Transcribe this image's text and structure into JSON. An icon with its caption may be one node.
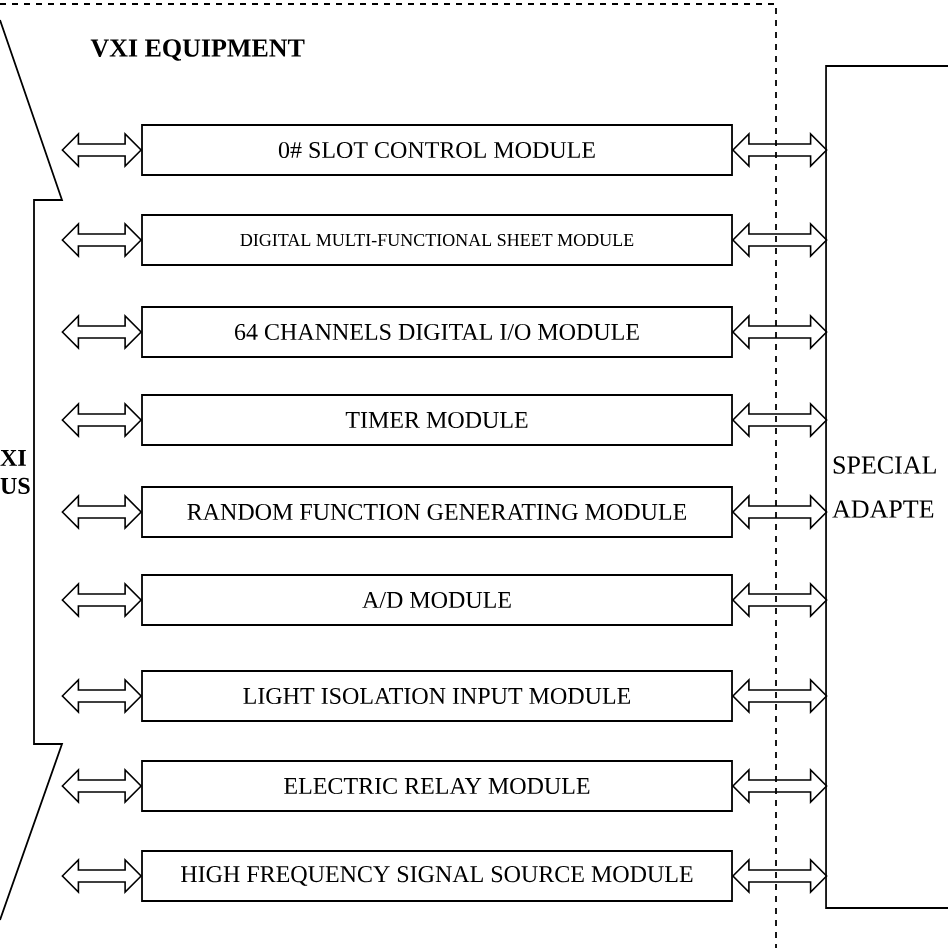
{
  "diagram": {
    "nodes": [
      {
        "text": [
          "VXI EQUIPMENT"
        ]
      },
      {
        "text": [
          "XI US"
        ],
        "in": 0
      },
      {
        "text": [
          "0# SLOT CONTROL MODULE"
        ],
        "in": 0
      },
      {
        "text": [
          "DIGITAL MULTI-FUNCTIONAL SHEET MODULE"
        ],
        "in": 0
      },
      {
        "text": [
          "64 CHANNELS DIGITAL I/O MODULE"
        ],
        "in": 0
      },
      {
        "text": [
          "TIMER MODULE"
        ],
        "in": 0
      },
      {
        "text": [
          "RANDOM FUNCTION GENERATING MODULE"
        ],
        "in": 0
      },
      {
        "text": [
          "A/D MODULE"
        ],
        "in": 0
      },
      {
        "text": [
          "LIGHT ISOLATION INPUT MODULE"
        ],
        "in": 0
      },
      {
        "text": [
          "ELECTRIC RELAY MODULE"
        ],
        "in": 0
      },
      {
        "text": [
          "HIGH FREQUENCY SIGNAL SOURCE MODULE"
        ],
        "in": 0
      },
      {
        "text": [
          "SPECIAL ADAPTE"
        ]
      }
    ],
    "edges": [
      {
        "from": 1,
        "to": 2,
        "arrow": "both"
      },
      {
        "from": 2,
        "to": 11,
        "arrow": "both"
      },
      {
        "from": 1,
        "to": 3,
        "arrow": "both"
      },
      {
        "from": 3,
        "to": 11,
        "arrow": "both"
      },
      {
        "from": 1,
        "to": 4,
        "arrow": "both"
      },
      {
        "from": 4,
        "to": 11,
        "arrow": "both"
      },
      {
        "from": 1,
        "to": 5,
        "arrow": "both"
      },
      {
        "from": 5,
        "to": 11,
        "arrow": "both"
      },
      {
        "from": 1,
        "to": 6,
        "arrow": "both"
      },
      {
        "from": 6,
        "to": 11,
        "arrow": "both"
      },
      {
        "from": 1,
        "to": 7,
        "arrow": "both"
      },
      {
        "from": 7,
        "to": 11,
        "arrow": "both"
      },
      {
        "from": 1,
        "to": 8,
        "arrow": "both"
      },
      {
        "from": 8,
        "to": 11,
        "arrow": "both"
      },
      {
        "from": 1,
        "to": 9,
        "arrow": "both"
      },
      {
        "from": 9,
        "to": 11,
        "arrow": "both"
      },
      {
        "from": 1,
        "to": 10,
        "arrow": "both"
      },
      {
        "from": 10,
        "to": 11,
        "arrow": "both"
      }
    ]
  }
}
